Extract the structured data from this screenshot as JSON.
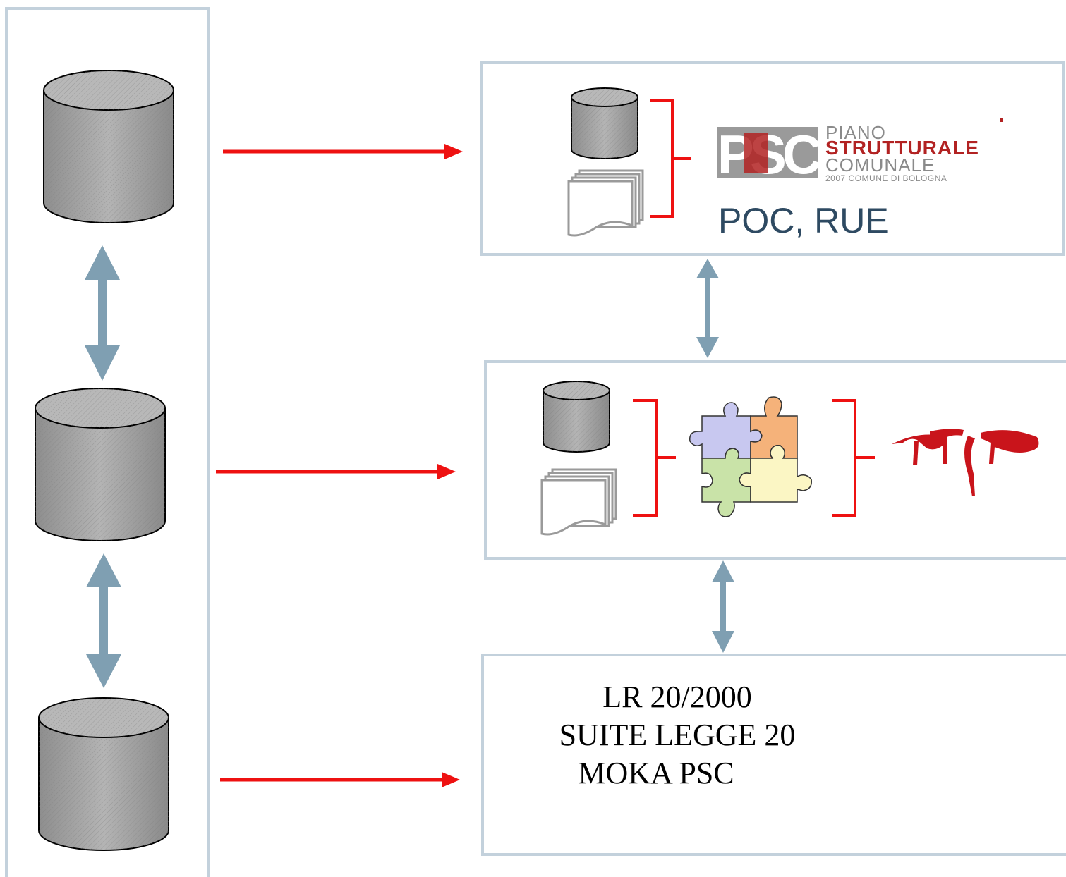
{
  "psc_logo": {
    "letters": "PSC",
    "line1": "PIANO",
    "line2": "STRUTTURALE",
    "line3": "COMUNALE",
    "line4": "2007 COMUNE DI BOLOGNA"
  },
  "ptcp_logo": {
    "letters": "PTCP"
  },
  "box_top": {
    "label": "POC, RUE"
  },
  "box_bottom": {
    "lines": [
      "LR 20/2000",
      "SUITE LEGGE 20",
      "MOKA PSC"
    ]
  },
  "colors": {
    "frame": "#c3d1dc",
    "red": "#ee1111",
    "blue_arrow": "#7f9fb2",
    "db_fill": "#a6a6a6",
    "psc_red": "#b22222",
    "psc_gray": "#9a9a9a"
  }
}
